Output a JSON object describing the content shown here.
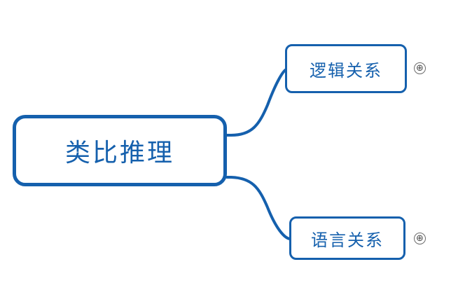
{
  "diagram": {
    "type": "mindmap",
    "colors": {
      "node_stroke": "#1560ad",
      "node_text": "#1560ad",
      "link_stroke": "#1560ad",
      "expander_stroke": "#6b6b6b",
      "background": "#ffffff"
    },
    "root": {
      "label": "类比推理"
    },
    "children": [
      {
        "label": "逻辑关系",
        "expander": "⊕",
        "expander_name": "expand-node-icon"
      },
      {
        "label": "语言关系",
        "expander": "⊕",
        "expander_name": "expand-node-icon"
      }
    ]
  }
}
